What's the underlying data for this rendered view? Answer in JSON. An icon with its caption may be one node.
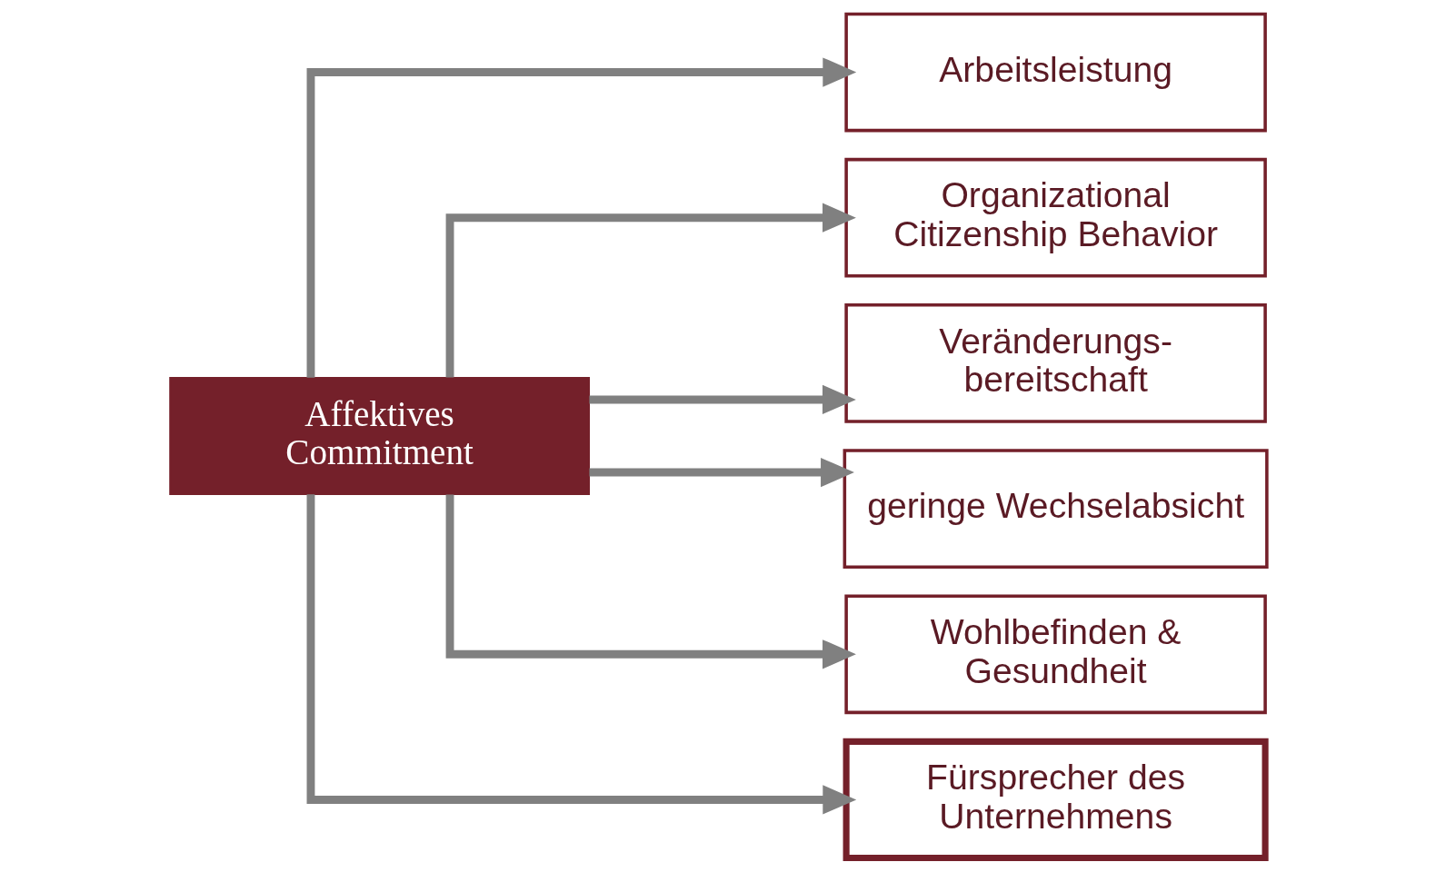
{
  "diagram": {
    "nodes": [
      {
        "text": [
          "Affektives Commitment"
        ]
      },
      {
        "text": [
          "Arbeitsleistung"
        ]
      },
      {
        "text": [
          "Organizational Citizenship Behavior"
        ]
      },
      {
        "text": [
          "Veränderungs- bereitschaft"
        ]
      },
      {
        "text": [
          "geringe Wechselabsicht"
        ]
      },
      {
        "text": [
          "Wohlbefinden & Gesundheit"
        ]
      },
      {
        "text": [
          "Fürsprecher des Unternehmens"
        ]
      }
    ],
    "edges": [
      {
        "from": 0,
        "to": 1,
        "arrow": "to"
      },
      {
        "from": 0,
        "to": 2,
        "arrow": "to"
      },
      {
        "from": 0,
        "to": 3,
        "arrow": "to"
      },
      {
        "from": 0,
        "to": 4,
        "arrow": "to"
      },
      {
        "from": 0,
        "to": 5,
        "arrow": "to"
      },
      {
        "from": 0,
        "to": 6,
        "arrow": "to"
      }
    ]
  }
}
